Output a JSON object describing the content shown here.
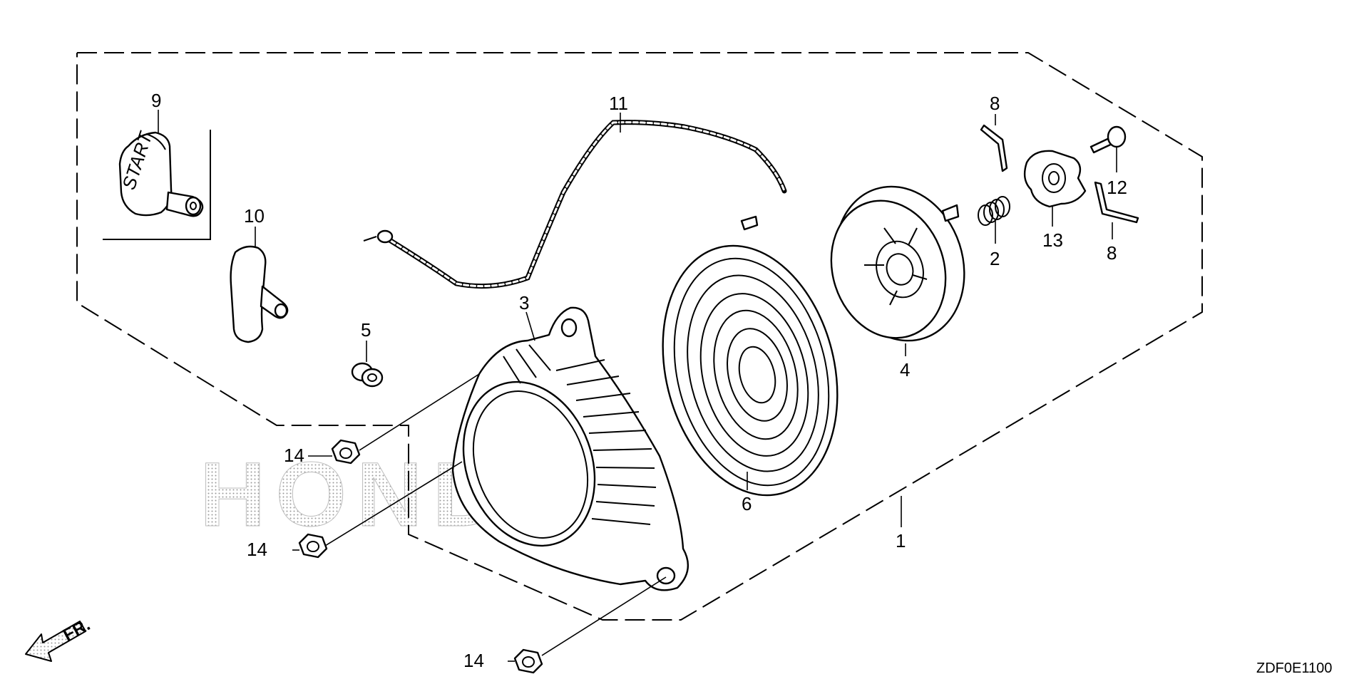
{
  "watermark": {
    "text": "HONDA",
    "color": "#d9d9d9"
  },
  "arrow": {
    "label": "FR.",
    "icon": "front-direction-arrow-icon"
  },
  "diagram_code": "ZDF0E1100",
  "callouts": {
    "c1": "1",
    "c2": "2",
    "c3": "3",
    "c4": "4",
    "c5": "5",
    "c6": "6",
    "c8a": "8",
    "c8b": "8",
    "c9": "9",
    "c10": "10",
    "c11": "11",
    "c12": "12",
    "c13": "13",
    "c14a": "14",
    "c14b": "14",
    "c14c": "14"
  },
  "handle_text": "START"
}
